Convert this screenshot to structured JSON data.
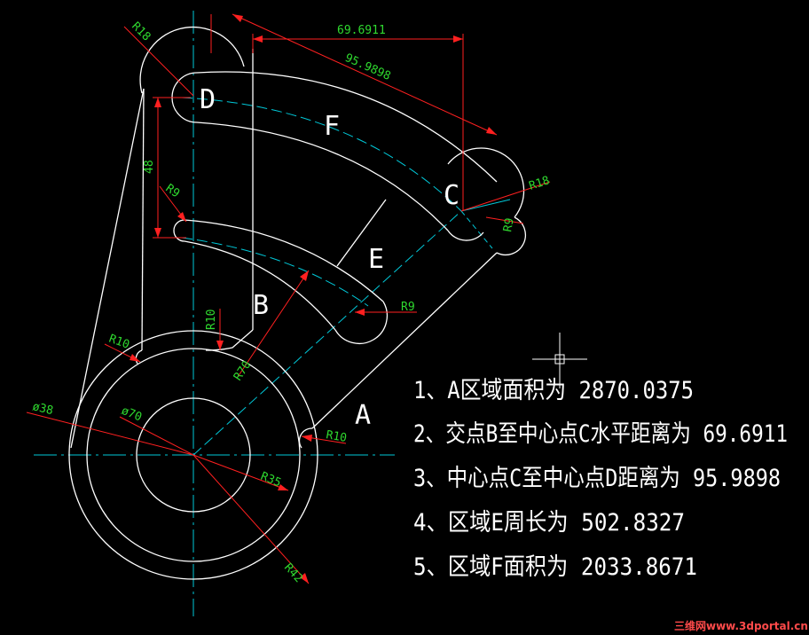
{
  "colors": {
    "outline": "#ffffff",
    "centerline": "#00c8d8",
    "dimension": "#ff2020",
    "dimension_text": "#2fd92f",
    "result_text": "#ffffff"
  },
  "points": {
    "A": "A",
    "B": "B",
    "C": "C",
    "D": "D",
    "E": "E",
    "F": "F"
  },
  "dimensions": {
    "horizontal": "69.6911",
    "aligned": "95.9898",
    "vertical": "48",
    "r18_top": "R18",
    "r18_right": "R18",
    "r9_right": "R9",
    "r9_left": "R9",
    "r9_bottom": "R9",
    "r10_left": "R10",
    "r10_mid": "R10",
    "r10_right": "R10",
    "r70": "R70",
    "d38": "ø38",
    "d70": "ø70",
    "r35": "R35",
    "r42": "R42"
  },
  "results": [
    "1、A区域面积为 2870.0375",
    "2、交点B至中心点C水平距离为 69.6911",
    "3、中心点C至中心点D距离为 95.9898",
    "4、区域E周长为 502.8327",
    "5、区域F面积为 2033.8671"
  ],
  "watermark": "三维网www.3dportal.cn"
}
